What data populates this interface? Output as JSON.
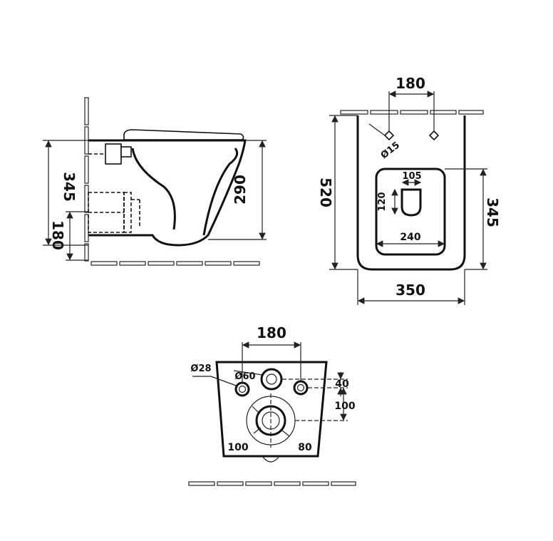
{
  "diagram": {
    "side_view": {
      "dim_height_total": "345",
      "dim_height_bottom": "180",
      "dim_height_bowl": "290"
    },
    "top_view": {
      "dim_bolt_spacing": "180",
      "dim_bolt_hole": "Ø15",
      "dim_total_length": "520",
      "dim_opening_width": "105",
      "dim_opening_height": "120",
      "dim_bowl_length": "345",
      "dim_opening_bottom": "240",
      "dim_width": "350"
    },
    "back_view": {
      "dim_bolt_spacing": "180",
      "dim_bolt_hole": "Ø28",
      "dim_inlet": "Ø60",
      "dim_offset_top": "40",
      "dim_offset_outlet": "100",
      "dim_left": "100",
      "dim_right": "80"
    }
  }
}
